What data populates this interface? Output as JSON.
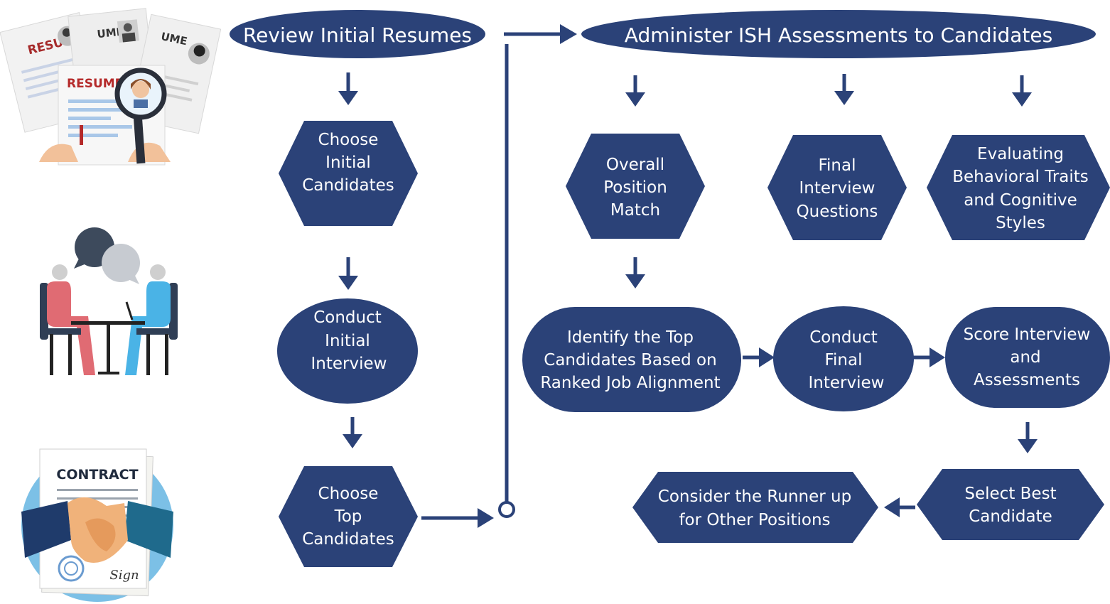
{
  "colors": {
    "node_fill": "#2b4278",
    "arrow": "#2b4278",
    "text": "#ffffff"
  },
  "illustrations": [
    {
      "name": "resumes-magnifier-illustration",
      "labels": [
        "RESUME",
        "UME",
        "UME",
        "RESUME"
      ]
    },
    {
      "name": "interview-meeting-illustration"
    },
    {
      "name": "contract-handshake-illustration",
      "labels": [
        "CONTRACT",
        "Sign"
      ]
    }
  ],
  "nodes": {
    "review_resumes": "Review Initial Resumes",
    "administer": "Administer ISH Assessments to Candidates",
    "choose_initial": [
      "Choose",
      "Initial",
      "Candidates"
    ],
    "conduct_initial": [
      "Conduct",
      "Initial",
      "Interview"
    ],
    "choose_top": [
      "Choose",
      "Top",
      "Candidates"
    ],
    "overall_match": [
      "Overall",
      "Position",
      "Match"
    ],
    "final_questions": [
      "Final",
      "Interview",
      "Questions"
    ],
    "evaluating": [
      "Evaluating",
      "Behavioral Traits",
      "and Cognitive",
      "Styles"
    ],
    "identify_top": [
      "Identify the Top",
      "Candidates Based on",
      "Ranked Job Alignment"
    ],
    "conduct_final": [
      "Conduct",
      "Final",
      "Interview"
    ],
    "score": [
      "Score Interview",
      "and",
      "Assessments"
    ],
    "select_best": [
      "Select Best",
      "Candidate"
    ],
    "consider_runner": [
      "Consider the Runner up",
      "for Other Positions"
    ]
  }
}
